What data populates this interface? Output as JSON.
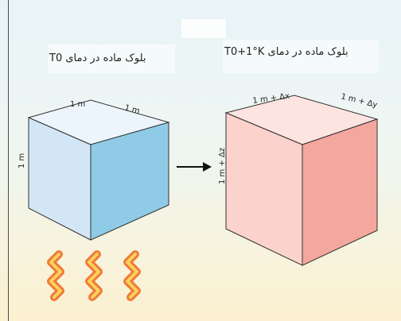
{
  "diagram": {
    "left_block": {
      "title": "بلوک ماده در دمای T0",
      "edge_width": "1 m",
      "edge_depth": "1 m",
      "edge_height": "1 m",
      "colors": {
        "front": "#d2e6f6",
        "side": "#8fcbe6",
        "top": "#ecf5fb"
      }
    },
    "right_block": {
      "title": "بلوک ماده در دمای T0+1°K",
      "edge_width": "1 m + Δx",
      "edge_depth": "1 m + Δy",
      "edge_height": "1 m + Δz",
      "colors": {
        "front": "#fbd2cc",
        "side": "#f4a79d",
        "top": "#fde4e0"
      }
    },
    "arrow_icon": "right-arrow",
    "heat_icon": "heat-wave",
    "heat_colors": {
      "outer": "#f07a3a",
      "inner": "#fbd25a"
    }
  }
}
